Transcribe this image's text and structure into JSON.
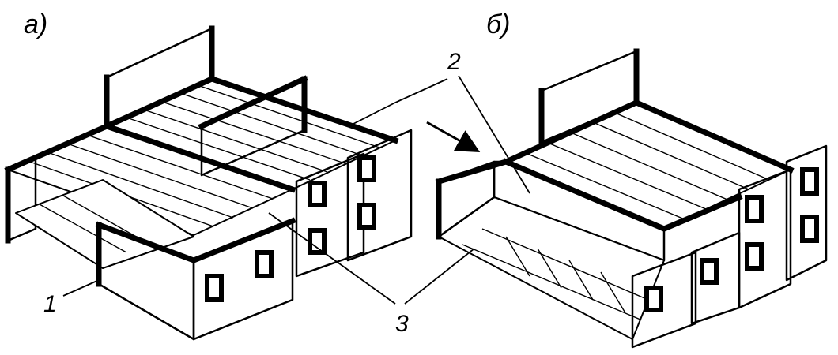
{
  "labels": {
    "panel_a": "а)",
    "panel_b": "б)",
    "callout_1": "1",
    "callout_2": "2",
    "callout_3": "3"
  },
  "colors": {
    "ink": "#000000",
    "paper": "#ffffff"
  }
}
